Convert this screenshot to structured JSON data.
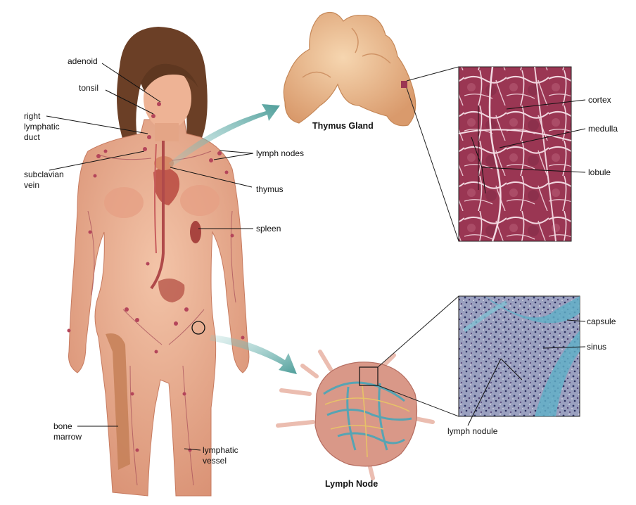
{
  "captions": {
    "thymus": "Thymus Gland",
    "lymph_node": "Lymph Node"
  },
  "labels": {
    "adenoid": "adenoid",
    "tonsil": "tonsil",
    "right_lymphatic_duct": "right lymphatic duct",
    "subclavian_vein": "subclavian vein",
    "lymph_nodes": "lymph nodes",
    "thymus": "thymus",
    "spleen": "spleen",
    "bone_marrow": "bone marrow",
    "lymphatic_vessel": "lymphatic vessel",
    "cortex": "cortex",
    "medulla": "medulla",
    "lobule": "lobule",
    "capsule": "capsule",
    "sinus": "sinus",
    "lymph_nodule": "lymph nodule"
  },
  "colors": {
    "skin": "#e8a98c",
    "skin_shadow": "#c97d64",
    "hair": "#6b3f26",
    "lymph_node_dot": "#b4455a",
    "thymus_gland": "#e9b98a",
    "thymus_tissue": "#9c3a55",
    "node_tissue": "#3d4a7a",
    "node_capsule": "#4aa6b8",
    "arrow": "#5aa7a3"
  }
}
